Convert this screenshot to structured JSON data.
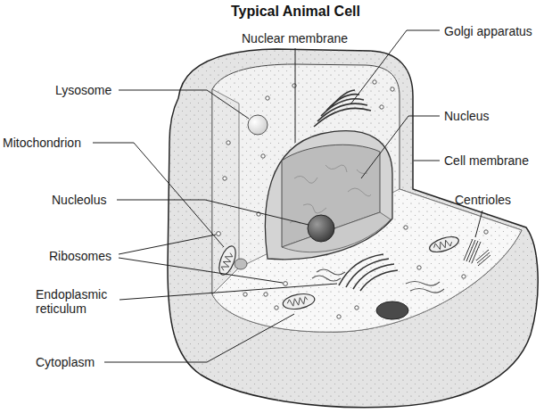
{
  "diagram": {
    "title": "Typical Animal Cell",
    "labels": [
      "Nuclear membrane",
      "Golgi apparatus",
      "Lysosome",
      "Nucleus",
      "Mitochondrion",
      "Cell membrane",
      "Nucleolus",
      "Centrioles",
      "Ribosomes",
      "Endoplasmic reticulum",
      "Cytoplasm"
    ]
  }
}
